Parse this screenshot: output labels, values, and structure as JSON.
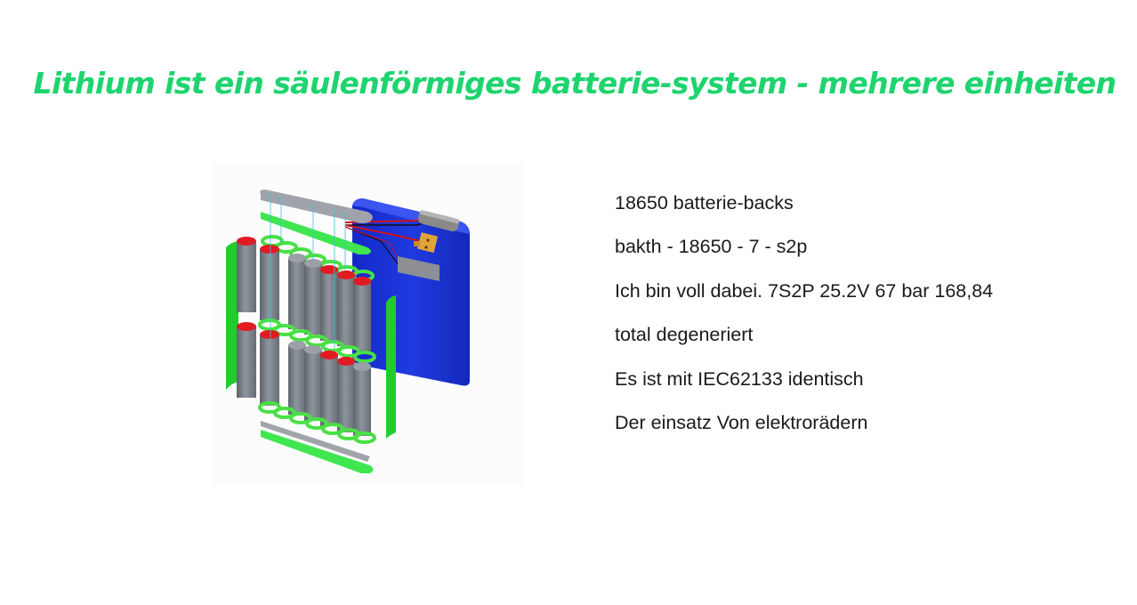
{
  "slide": {
    "title": "Lithium ist ein säulenförmiges batterie-system - mehrere einheiten",
    "title_color": "#1ed46e",
    "figure": {
      "description": "Exploded view of an 18650 battery pack: grey cylindrical cells with red positive terminals, green nickel strips and insulation, blue shrink-wrapped pack with red/black wires, yellow XT connector and DC barrel plug",
      "colors": {
        "cell": "#7f8791",
        "terminal": "#e01b24",
        "strip": "#33e64d",
        "pack": "#1f33d6",
        "connector": "#e0a43a"
      }
    },
    "bullets": [
      "18650 batterie-backs",
      "bakth - 18650 - 7 - s2p",
      "Ich bin voll dabei. 7S2P 25.2V 67 bar 168,84",
      "total degeneriert",
      "Es ist mit IEC62133 identisch",
      "Der einsatz Von elektrorädern"
    ]
  }
}
